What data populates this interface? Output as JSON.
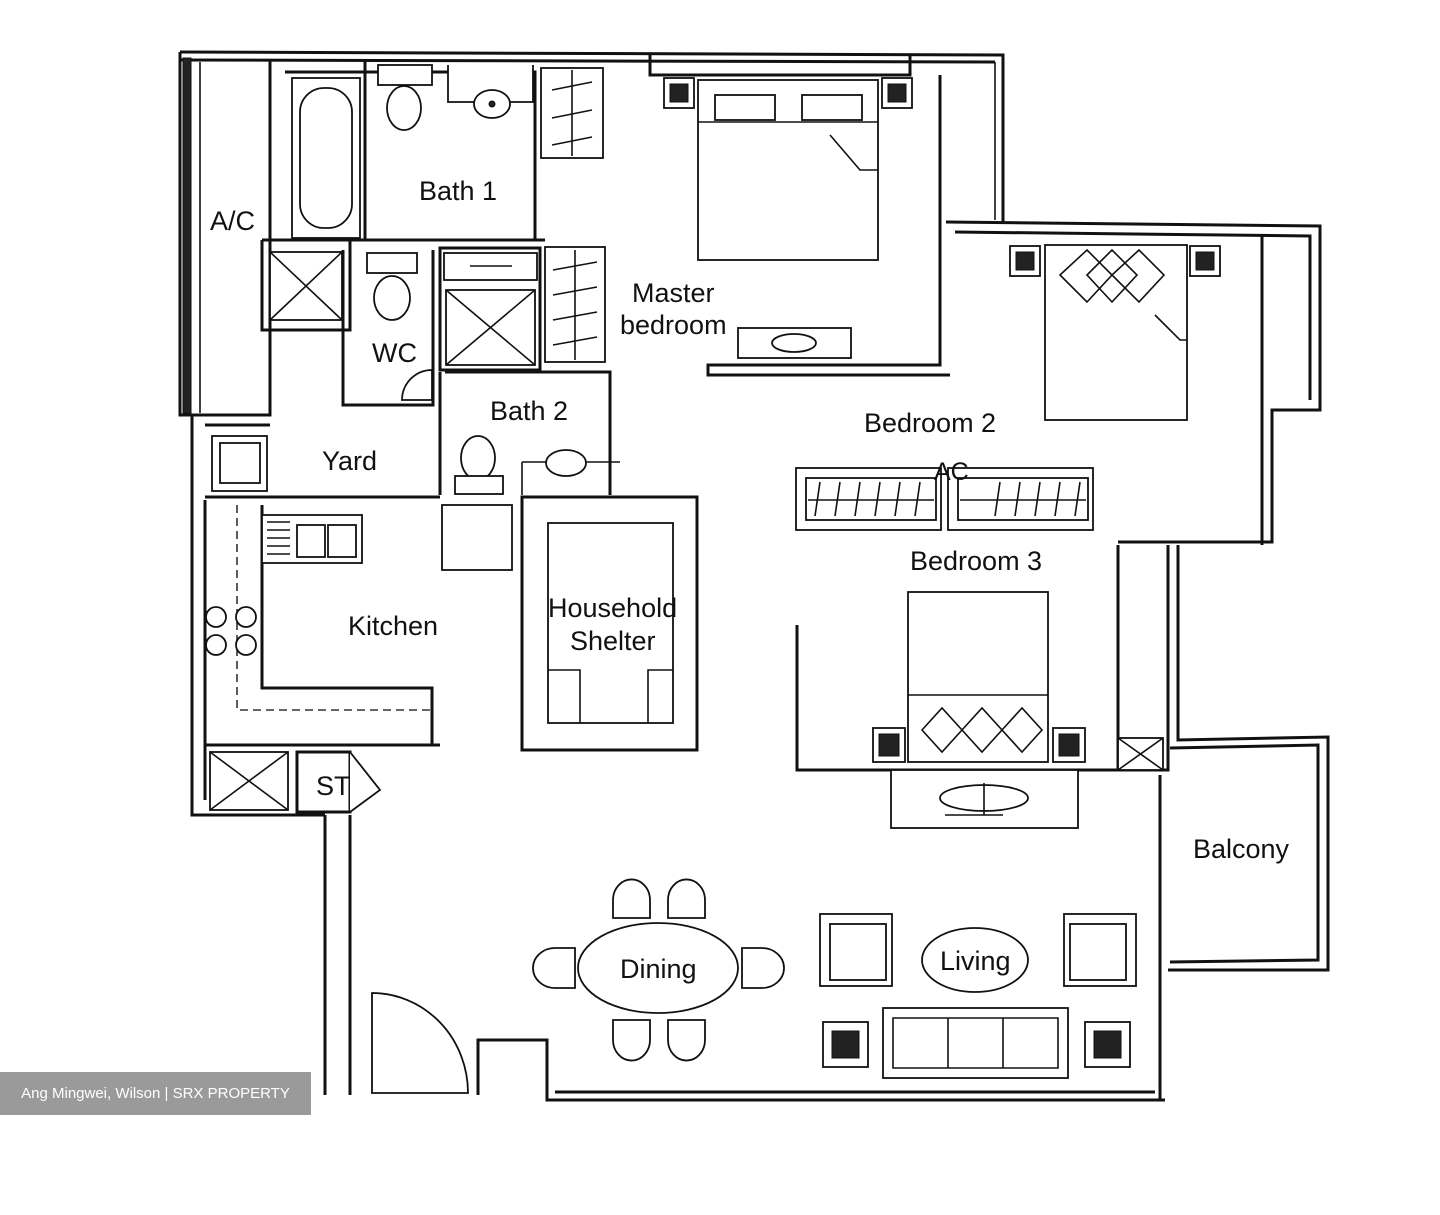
{
  "rooms": {
    "ac": "A/C",
    "bath1": "Bath 1",
    "master_line1": "Master",
    "master_line2": "bedroom",
    "wc": "WC",
    "bath2": "Bath 2",
    "yard": "Yard",
    "bedroom2": "Bedroom 2",
    "ac2": "AC",
    "bedroom3": "Bedroom 3",
    "kitchen": "Kitchen",
    "household_line1": "Household",
    "household_line2": "Shelter",
    "st": "ST",
    "balcony": "Balcony",
    "dining": "Dining",
    "living": "Living"
  },
  "watermark": "Ang Mingwei, Wilson | SRX PROPERTY"
}
